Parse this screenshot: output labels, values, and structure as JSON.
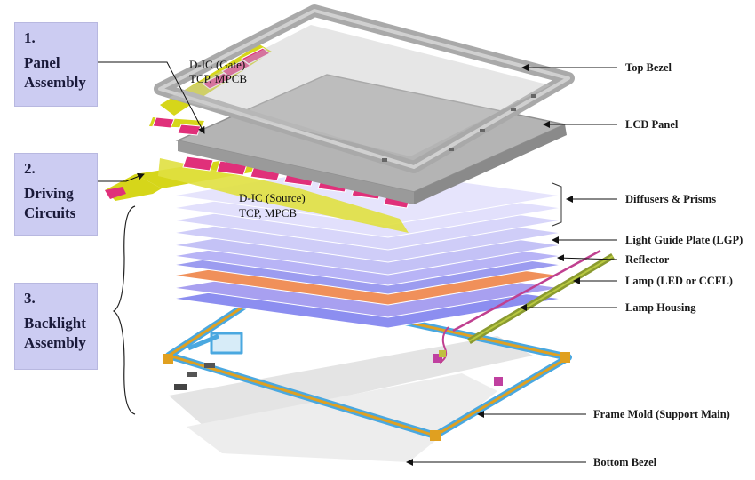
{
  "groups": [
    {
      "number": "1.",
      "lines": [
        "Panel",
        "Assembly"
      ]
    },
    {
      "number": "2.",
      "lines": [
        "Driving",
        "Circuits"
      ]
    },
    {
      "number": "3.",
      "lines": [
        "Backlight",
        "Assembly"
      ]
    }
  ],
  "inline_labels": {
    "gate_ic": [
      "D-IC (Gate)",
      "TCP, MPCB"
    ],
    "source_ic": [
      "D-IC (Source)",
      "TCP, MPCB"
    ]
  },
  "callouts": {
    "top_bezel": "Top Bezel",
    "lcd_panel": "LCD Panel",
    "diffusers": "Diffusers & Prisms",
    "lgp": "Light Guide Plate (LGP)",
    "reflector": "Reflector",
    "lamp": "Lamp (LED or CCFL)",
    "lamp_housing": "Lamp Housing",
    "frame_mold": "Frame Mold (Support Main)",
    "bottom_bezel": "Bottom Bezel"
  },
  "colors": {
    "label_box": "#ccccf2",
    "bezel": "#a9a9a9",
    "lcd_panel": "#b4b4b4",
    "tcp_yellow": "#d6d61a",
    "ic_magenta": "#e0307a",
    "diffuser": "#c8c8f6",
    "lgp": "#a8a0f0",
    "reflector": "#f0905a",
    "frame_blue": "#4aa8e0",
    "frame_orange": "#e0a020",
    "lamp_housing": "#8a9a30"
  }
}
